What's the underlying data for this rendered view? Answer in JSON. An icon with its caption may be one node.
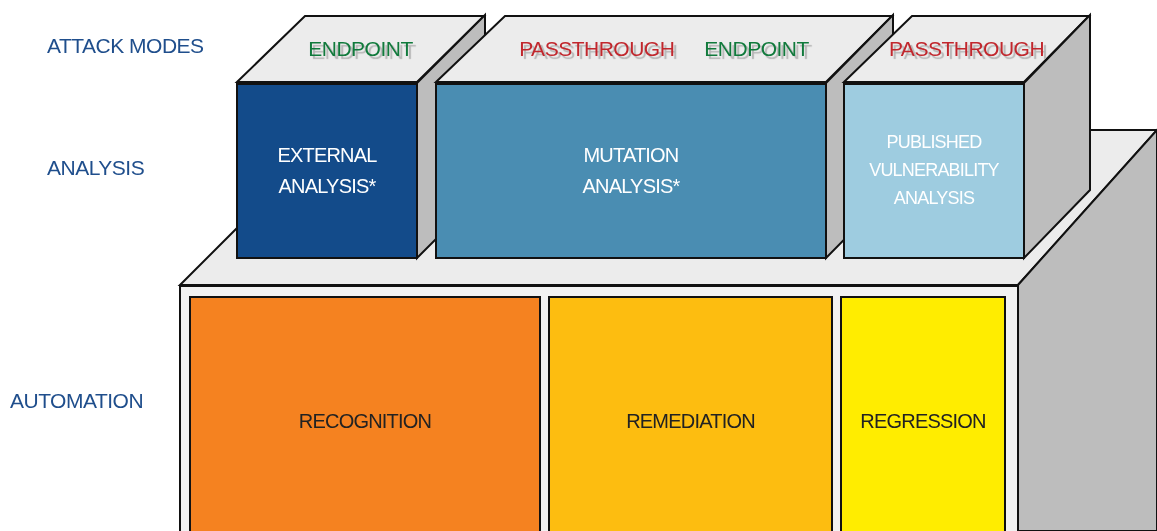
{
  "diagram": {
    "nodes": [
      {
        "text": [
          "ENDPOINT"
        ]
      },
      {
        "text": [
          "EXTERNAL ANALYSIS*"
        ]
      },
      {
        "text": [],
        "shape": "parallelogram"
      },
      {
        "text": [
          "PASSTHROUGH",
          "ENDPOINT"
        ]
      },
      {
        "text": [
          "MUTATION ANALYSIS*"
        ]
      },
      {
        "text": [],
        "shape": "parallelogram"
      },
      {
        "text": [
          "PASSTHROUGH"
        ]
      },
      {
        "text": [
          "PUBLISHED VULNERABILITY ANALYSIS"
        ]
      },
      {
        "text": [],
        "shape": "parallelogram"
      },
      {
        "text": [],
        "shape": "box"
      },
      {
        "text": [
          "RECOGNITION"
        ],
        "in": 9
      },
      {
        "text": [
          "REMEDIATION"
        ],
        "in": 9
      },
      {
        "text": [
          "REGRESSION"
        ],
        "in": 9
      },
      {
        "text": [],
        "shape": "parallelogram"
      }
    ],
    "edges": [],
    "labels": [
      "ATTACK MODES",
      "ANALYSIS",
      "AUTOMATION"
    ]
  }
}
